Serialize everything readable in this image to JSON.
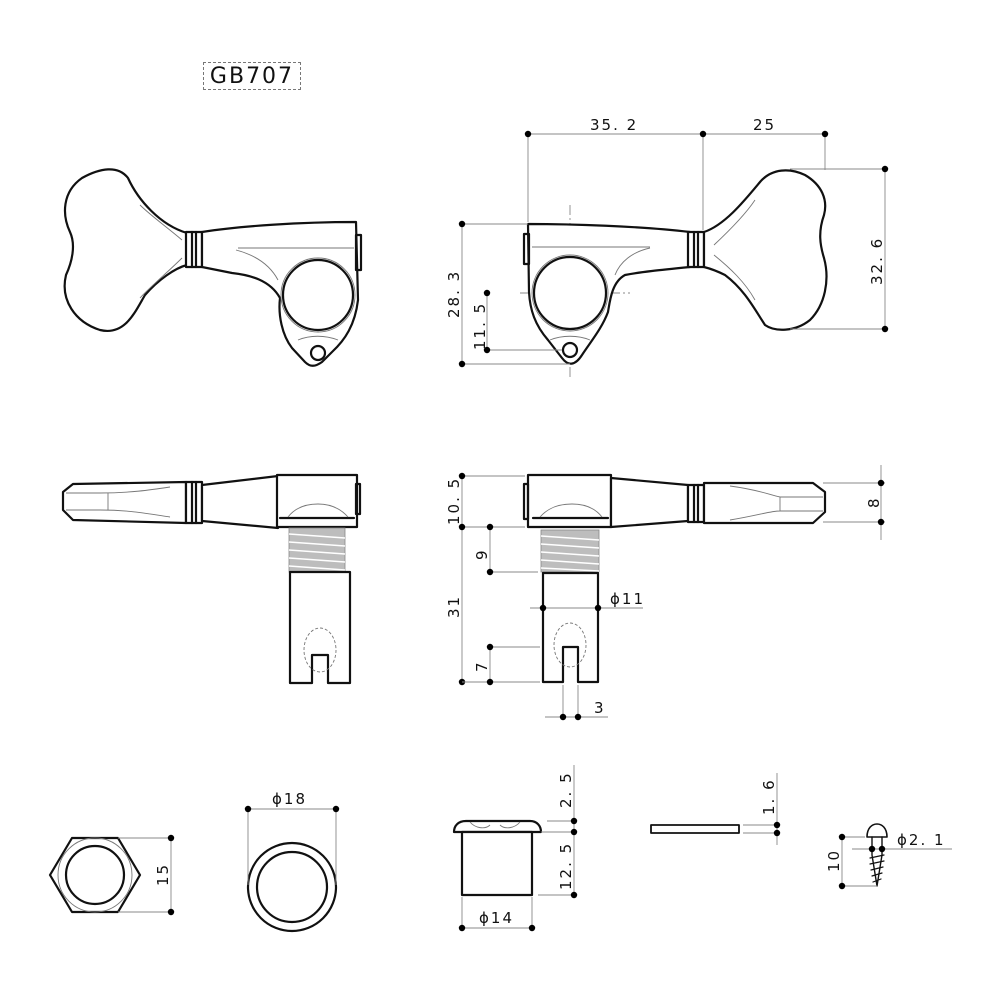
{
  "title": {
    "model": "GB707"
  },
  "views": {
    "front_left": {
      "label": "front-view-left-tuner"
    },
    "front_right": {
      "label": "front-view-right-tuner",
      "dims": {
        "width_body": "35. 2",
        "width_knob": "25",
        "height_knob": "32. 6",
        "height_body": "28. 3",
        "hole_offset": "11. 5"
      }
    },
    "side_left": {
      "label": "side-view-left-tuner"
    },
    "side_right": {
      "label": "side-view-right-tuner",
      "dims": {
        "housing_height": "10. 5",
        "thread_length": "9",
        "post_length": "31",
        "post_diameter": "ϕ11",
        "slot_depth": "7",
        "slot_width": "3",
        "knob_thickness": "8"
      }
    }
  },
  "parts": {
    "hex_nut": {
      "dim_height": "15"
    },
    "washer": {
      "dim_diameter": "ϕ18"
    },
    "bushing": {
      "dim_flange": "2. 5",
      "dim_body": "12. 5",
      "dim_diameter": "ϕ14"
    },
    "plate": {
      "dim_thickness": "1. 6"
    },
    "screw": {
      "dim_length": "10",
      "dim_diameter": "ϕ2. 1"
    }
  },
  "colors": {
    "line": "#111111",
    "dimension": "#888888",
    "thread": "#bdbdbd",
    "background": "#ffffff"
  }
}
